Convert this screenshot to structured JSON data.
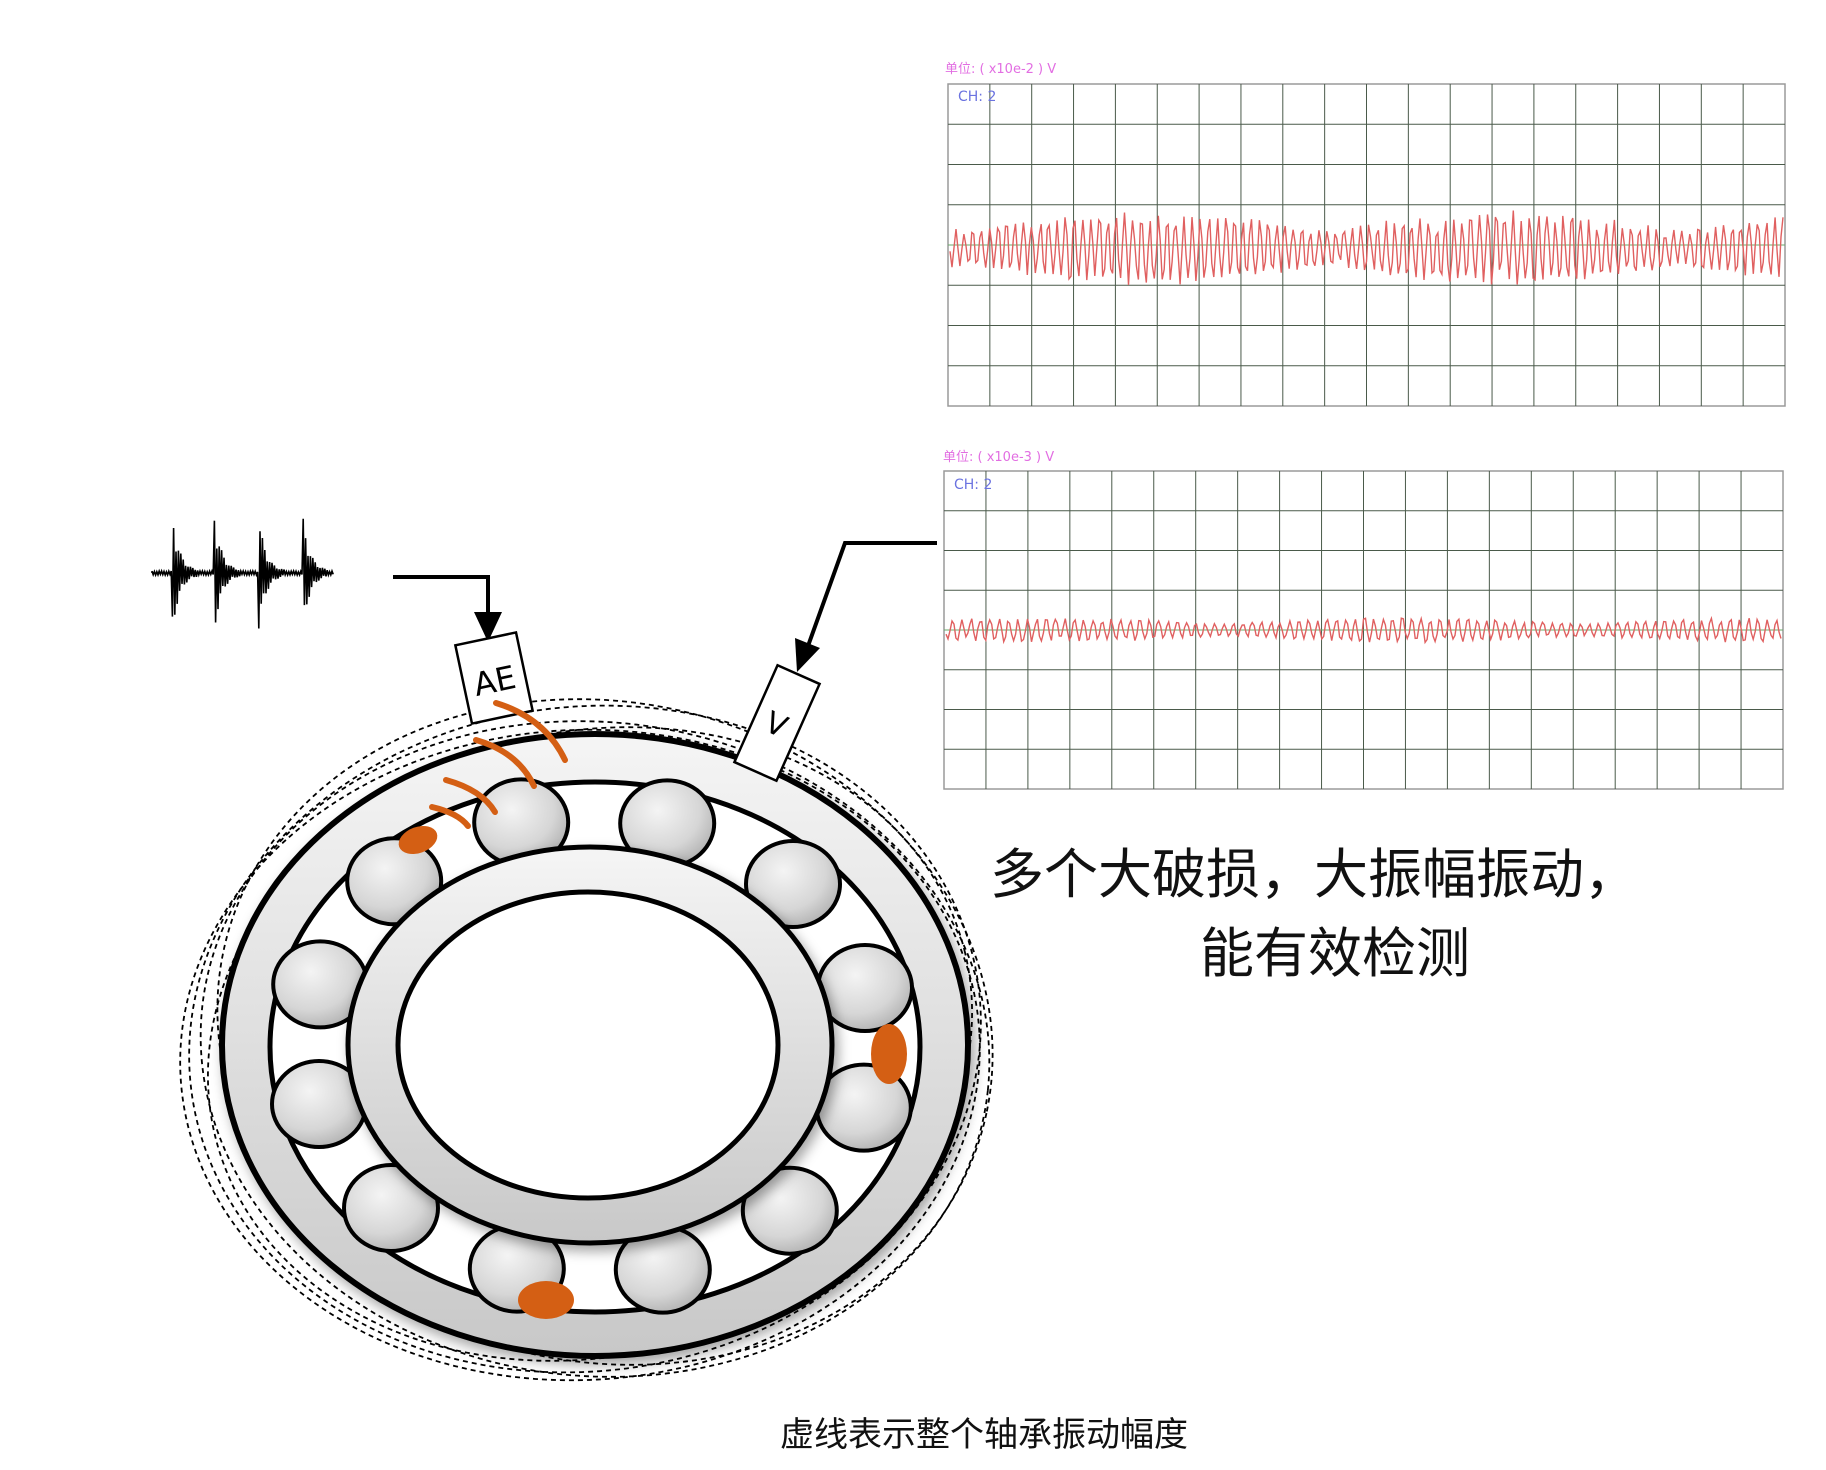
{
  "colors": {
    "trace": "#e06060",
    "grid": "#4a5a4a",
    "gridCenter": "#6aa86a",
    "unitLabel": "#e26ee2",
    "channelLabel": "#6b73e0",
    "defect": "#d45f14",
    "wave": "#d45f14"
  },
  "scope_top": {
    "unit_label": "单位: ( x10e-2 ) V",
    "channel_label": "CH: 2"
  },
  "scope_bottom": {
    "unit_label": "单位: ( x10e-3 ) V",
    "channel_label": "CH: 2"
  },
  "sensors": {
    "ae_label": "AE",
    "v_label": "V"
  },
  "captions": {
    "main_line1": "多个大破损，大振幅振动，",
    "main_line2": "能有效检测",
    "dashed_note": "虚线表示整个轴承振动幅度"
  },
  "icons": [
    "ae-burst-signal-icon"
  ]
}
